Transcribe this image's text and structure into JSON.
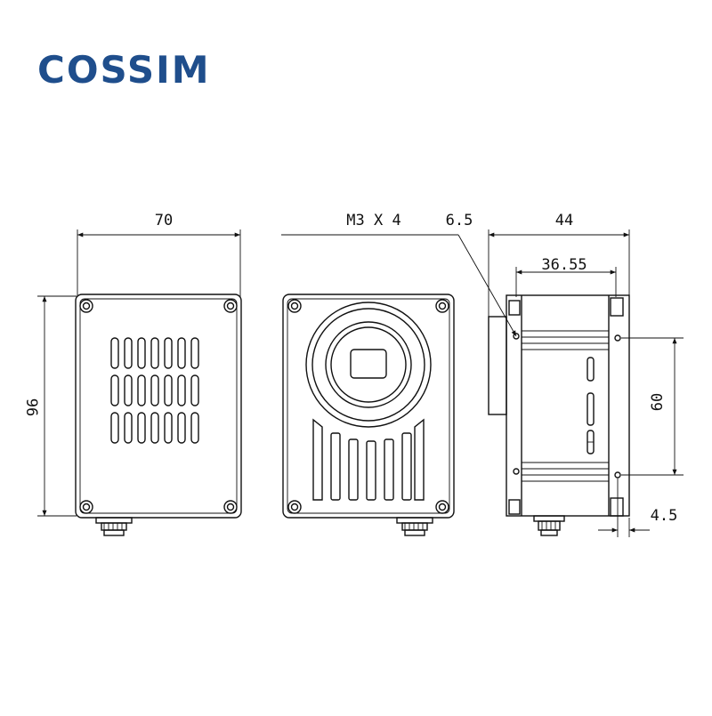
{
  "brand": {
    "name": "COSSIM",
    "color": "#1f4e8c"
  },
  "dimensions": {
    "width": "70",
    "height": "96",
    "screw_spec": "M3 X 4",
    "lens_offset": "6.5",
    "depth": "44",
    "hole_depth": "36.55",
    "hole_spacing": "60",
    "hole_edge": "4.5"
  }
}
